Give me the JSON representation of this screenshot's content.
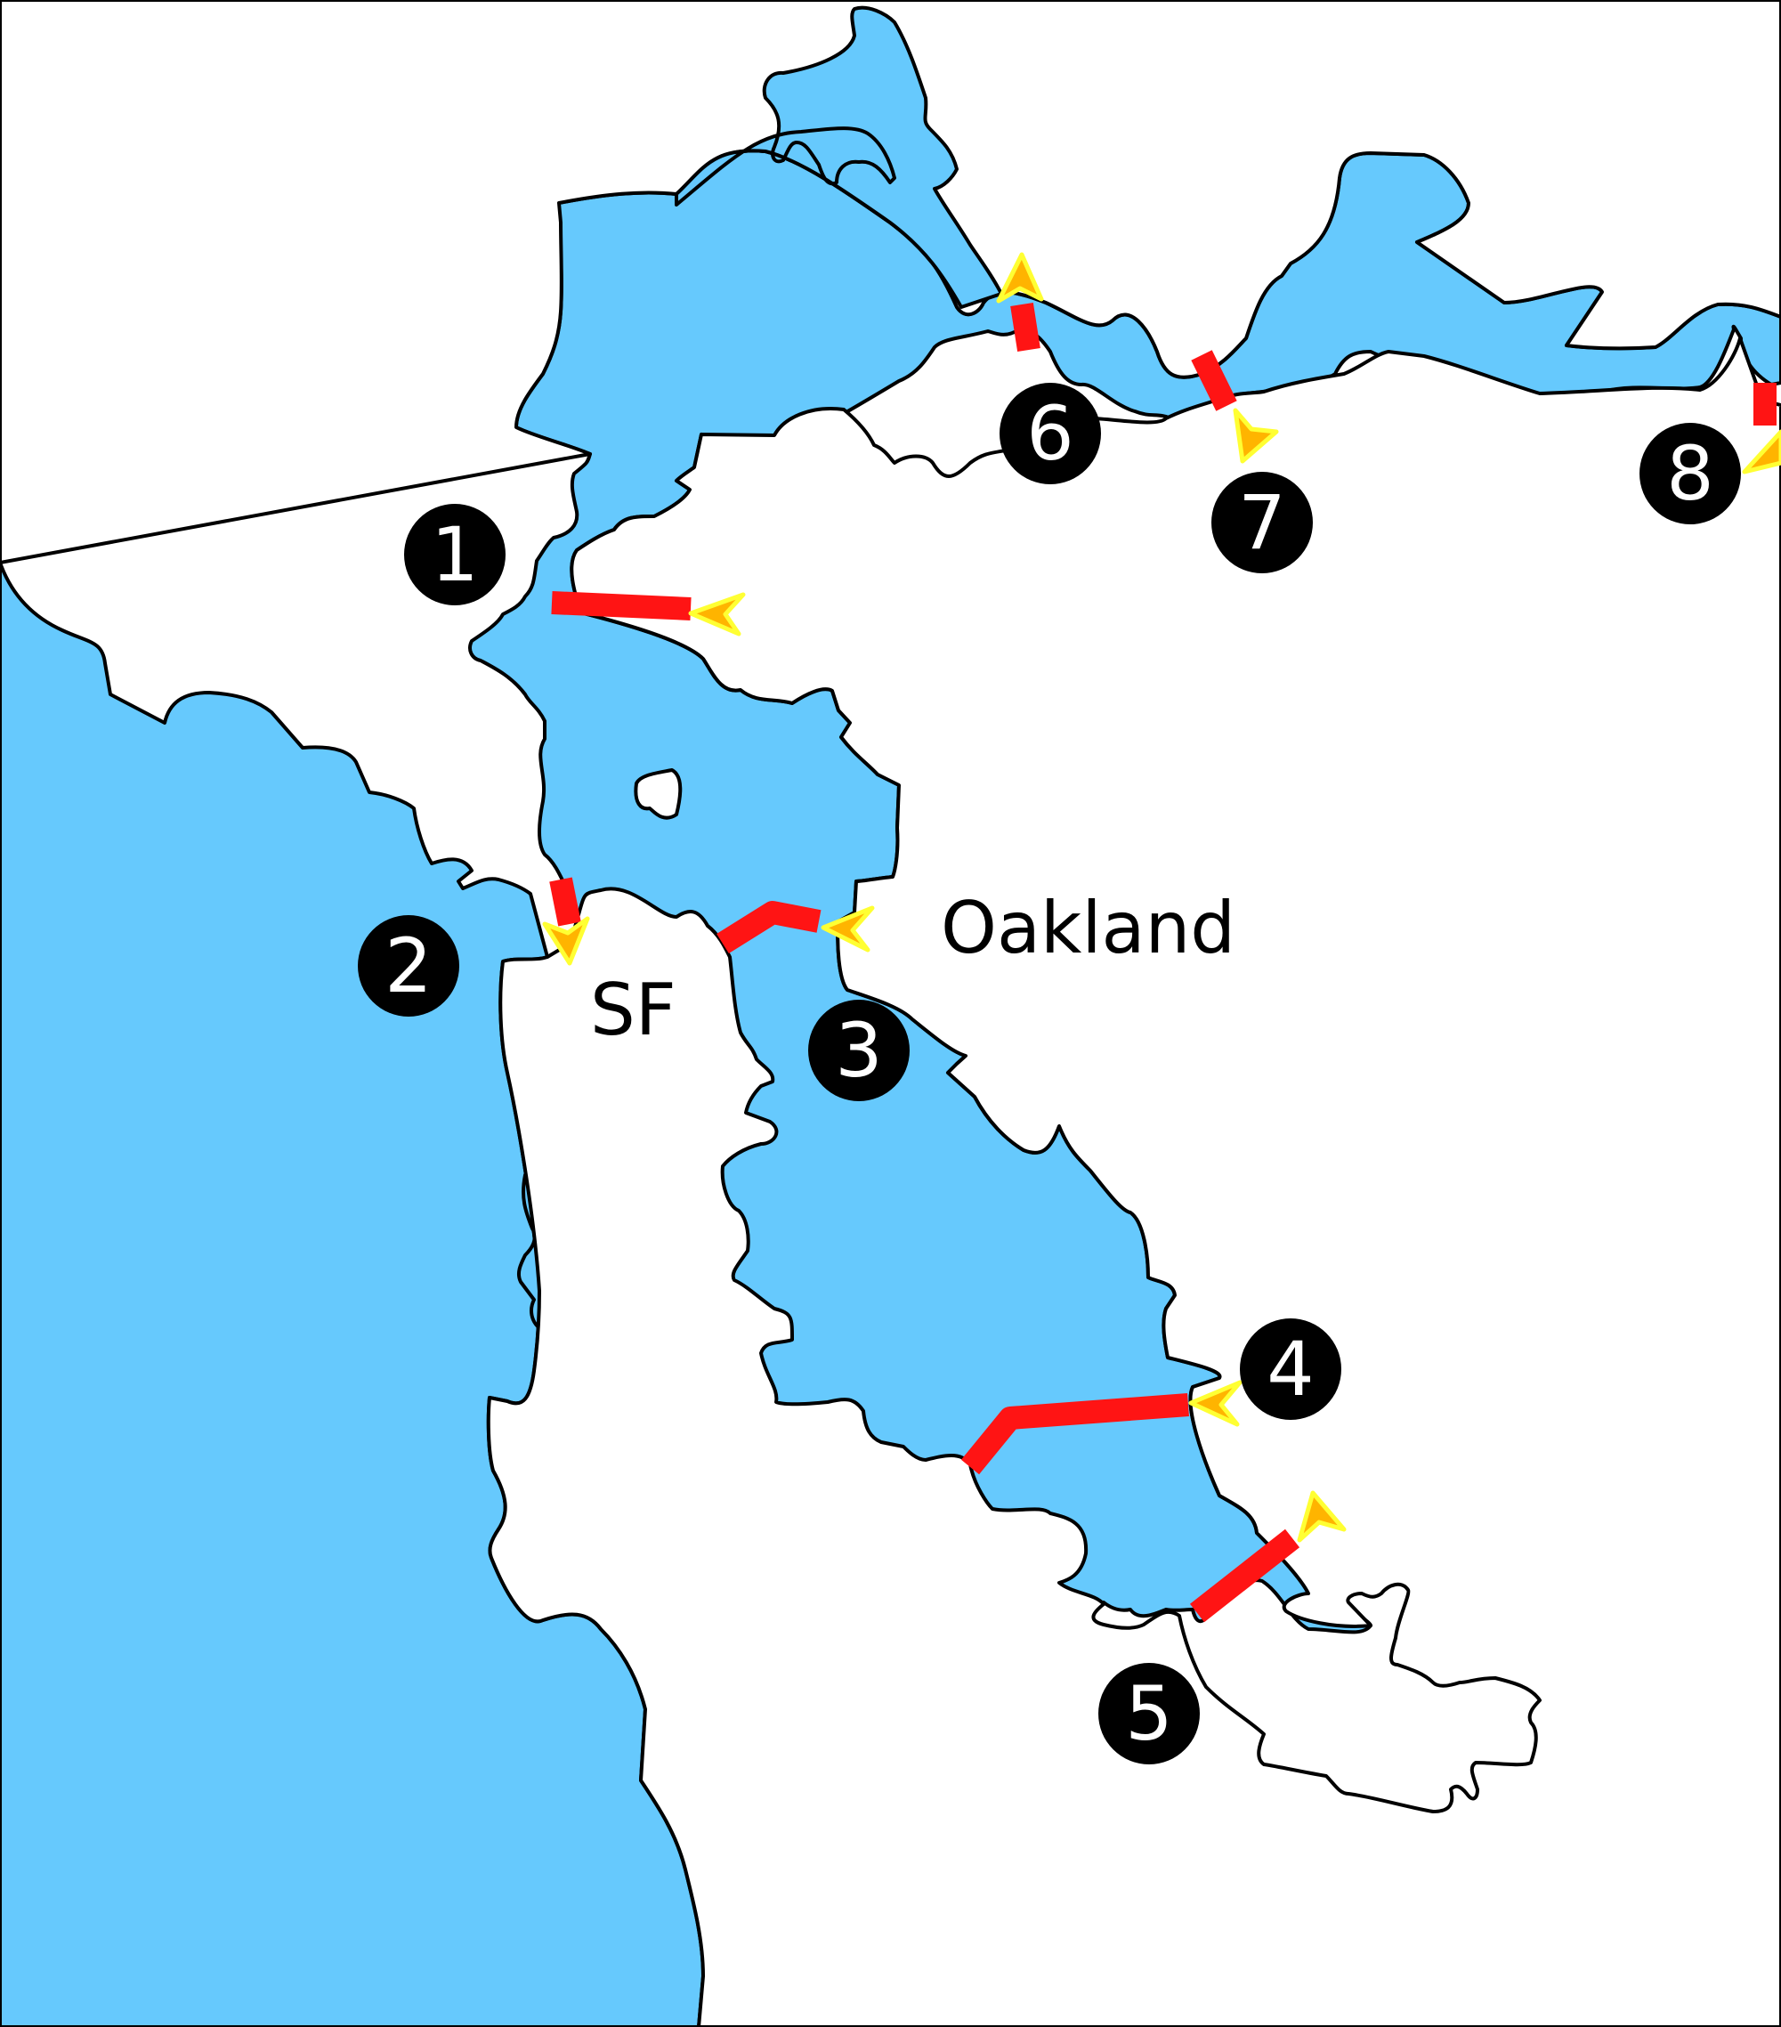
{
  "map": {
    "colors": {
      "water": "#66c9fd",
      "bridge": "#ff1414",
      "arrow": "#ffb400",
      "marker": "#000000"
    },
    "cities": {
      "sf": "SF",
      "oakland": "Oakland"
    },
    "bridges": [
      {
        "number": "1",
        "name": ""
      },
      {
        "number": "2",
        "name": ""
      },
      {
        "number": "3",
        "name": ""
      },
      {
        "number": "4",
        "name": ""
      },
      {
        "number": "5",
        "name": ""
      },
      {
        "number": "6",
        "name": ""
      },
      {
        "number": "7",
        "name": ""
      },
      {
        "number": "8",
        "name": ""
      }
    ]
  }
}
